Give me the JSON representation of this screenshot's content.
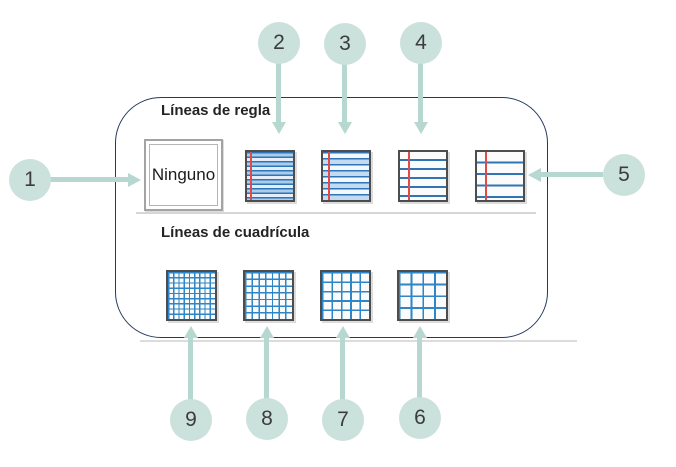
{
  "figure": {
    "panel": {
      "sections": [
        {
          "title": "Líneas de regla",
          "options": [
            {
              "id": "none",
              "label": "Ninguno",
              "icon": "none-thumbnail"
            },
            {
              "id": "narrow",
              "icon": "rule-lines-narrow-thumbnail"
            },
            {
              "id": "college",
              "icon": "rule-lines-college-thumbnail"
            },
            {
              "id": "standard",
              "icon": "rule-lines-standard-thumbnail"
            },
            {
              "id": "wide",
              "icon": "rule-lines-wide-thumbnail"
            }
          ]
        },
        {
          "title": "Líneas de cuadrícula",
          "options": [
            {
              "id": "grid-small",
              "icon": "grid-small-thumbnail"
            },
            {
              "id": "grid-medium",
              "icon": "grid-medium-thumbnail"
            },
            {
              "id": "grid-large",
              "icon": "grid-large-thumbnail"
            },
            {
              "id": "grid-xlarge",
              "icon": "grid-xlarge-thumbnail"
            }
          ]
        }
      ]
    },
    "callouts": [
      {
        "number": "1",
        "points_to": "none-option"
      },
      {
        "number": "2",
        "points_to": "rule-lines-narrow"
      },
      {
        "number": "3",
        "points_to": "rule-lines-college"
      },
      {
        "number": "4",
        "points_to": "rule-lines-standard"
      },
      {
        "number": "5",
        "points_to": "rule-lines-wide"
      },
      {
        "number": "6",
        "points_to": "grid-xlarge"
      },
      {
        "number": "7",
        "points_to": "grid-large"
      },
      {
        "number": "8",
        "points_to": "grid-medium"
      },
      {
        "number": "9",
        "points_to": "grid-small"
      }
    ]
  },
  "colors": {
    "callout_fill": "#cbe1dc",
    "callout_arrow": "#b7d7d1",
    "callout_text": "#3c3c3c",
    "panel_border": "#263a5e",
    "heading_text": "#242424",
    "divider": "#d6d6d6",
    "rule_blue": "#2e75b6",
    "rule_blue_light": "#a9cce9",
    "margin_red": "#e04a4a",
    "grid_blue": "#2e86c6",
    "thumb_border": "#4d4d4d",
    "label_text": "#1c1c1c"
  }
}
